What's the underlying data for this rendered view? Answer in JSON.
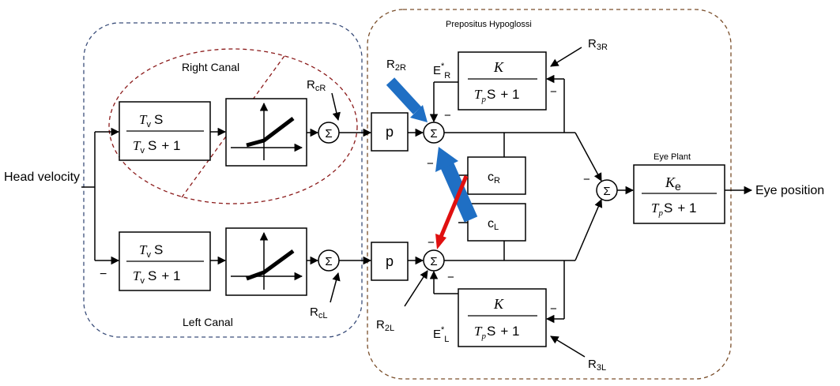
{
  "labels": {
    "prepositus": "Prepositus Hypoglossi",
    "right_canal": "Right Canal",
    "left_canal": "Left Canal",
    "eye_plant": "Eye Plant",
    "head_velocity": "Head velocity",
    "eye_position": "Eye position"
  },
  "symbols": {
    "sigma": "Σ",
    "minus": "−",
    "p": "p",
    "K": "K",
    "K_e_base": "K",
    "K_e_sub": "e",
    "T": "T",
    "T_v_sub": "v",
    "T_p_sub": "p",
    "S": "S",
    "plus_one": "+ 1",
    "R": "R",
    "R2R_sub": "2R",
    "R2L_sub": "2L",
    "R3R_sub": "3R",
    "R3L_sub": "3L",
    "RcR_sub": "cR",
    "RcL_sub": "cL",
    "E": "E",
    "star": "*",
    "E_R_sub": "R",
    "E_L_sub": "L",
    "c": "c",
    "c_R_sub": "R",
    "c_L_sub": "L"
  },
  "colors": {
    "canal_boundary": "#3b4e7a",
    "prepositus_boundary": "#7a4e2a",
    "right_canal_ellipse": "#8b1a1a",
    "r2_arrow": "#1f6fc4",
    "lesion_arrow": "#e01010"
  }
}
